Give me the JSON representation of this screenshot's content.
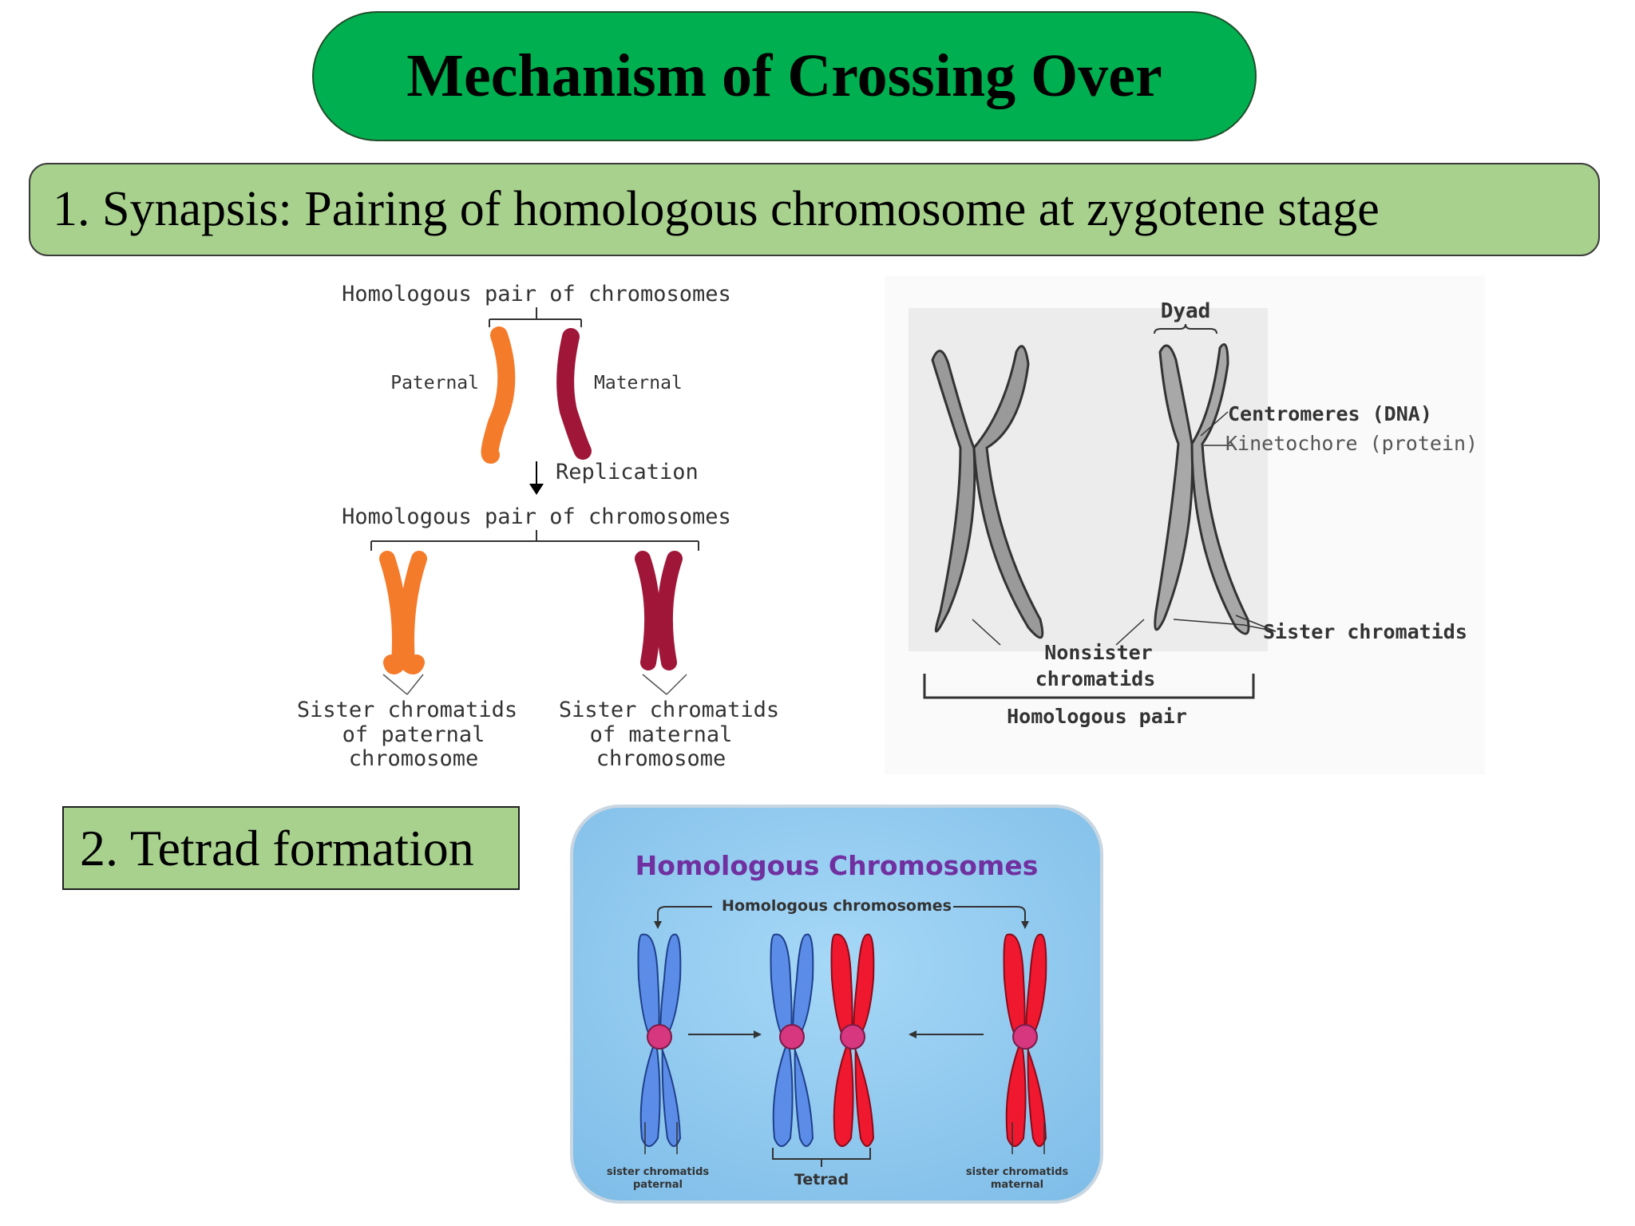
{
  "title": "Mechanism of Crossing Over",
  "step1": "1. Synapsis: Pairing of homologous chromosome at zygotene stage",
  "step2": "2. Tetrad formation",
  "fig_left": {
    "top_label": "Homologous pair of chromosomes",
    "paternal": "Paternal",
    "maternal": "Maternal",
    "replication": "Replication",
    "mid_label": "Homologous pair of chromosomes",
    "sister_paternal": [
      "Sister chromatids",
      "of paternal",
      "chromosome"
    ],
    "sister_maternal": [
      "Sister chromatids",
      "of maternal",
      "chromosome"
    ],
    "colors": {
      "paternal": "#f47b2a",
      "maternal": "#a01638"
    }
  },
  "fig_right": {
    "dyad": "Dyad",
    "centromeres": "Centromeres (DNA)",
    "kinetochore": "Kinetochore (protein)",
    "sister": "Sister chromatids",
    "nonsister": [
      "Nonsister",
      "chromatids"
    ],
    "homologous_pair": "Homologous pair"
  },
  "fig_bottom": {
    "title": "Homologous Chromosomes",
    "subtitle": "Homologous chromosomes",
    "sister_paternal": [
      "sister chromatids",
      "paternal"
    ],
    "tetrad": "Tetrad",
    "sister_maternal": [
      "sister chromatids",
      "maternal"
    ],
    "colors": {
      "background": "#8ec9f0",
      "paternal": "#5b8de8",
      "maternal": "#f0182e",
      "centromere": "#d6377f",
      "title": "#7030a0"
    }
  }
}
